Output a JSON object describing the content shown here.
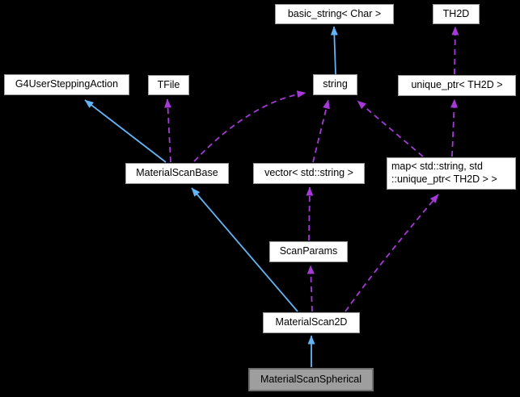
{
  "diagram": {
    "kind": "collaboration-graph",
    "selected_node": "MaterialScanSpherical",
    "nodes": {
      "basic_string": {
        "label": "basic_string< Char >"
      },
      "th2d": {
        "label": "TH2D"
      },
      "g4_user_stepping_action": {
        "label": "G4UserSteppingAction"
      },
      "tfile": {
        "label": "TFile"
      },
      "string": {
        "label": "string"
      },
      "unique_ptr_th2d": {
        "label": "unique_ptr< TH2D >"
      },
      "material_scan_base": {
        "label": "MaterialScanBase"
      },
      "vector_std_string": {
        "label": "vector< std::string >"
      },
      "map_std_string_unique_ptr_th2d": {
        "label": "map< std::string, std\n::unique_ptr< TH2D > >"
      },
      "scan_params": {
        "label": "ScanParams"
      },
      "material_scan_2d": {
        "label": "MaterialScan2D"
      },
      "material_scan_spherical": {
        "label": "MaterialScanSpherical"
      }
    },
    "edges": [
      {
        "from": "string",
        "to": "basic_string< Char >",
        "type": "inheritance"
      },
      {
        "from": "MaterialScanBase",
        "to": "G4UserSteppingAction",
        "type": "inheritance"
      },
      {
        "from": "MaterialScan2D",
        "to": "MaterialScanBase",
        "type": "inheritance"
      },
      {
        "from": "MaterialScanSpherical",
        "to": "MaterialScan2D",
        "type": "inheritance"
      },
      {
        "from": "unique_ptr< TH2D >",
        "to": "TH2D",
        "type": "usage"
      },
      {
        "from": "MaterialScanBase",
        "to": "TFile",
        "type": "usage"
      },
      {
        "from": "MaterialScanBase",
        "to": "string",
        "type": "usage"
      },
      {
        "from": "vector< std::string >",
        "to": "string",
        "type": "usage"
      },
      {
        "from": "map< std::string, std::unique_ptr< TH2D > >",
        "to": "string",
        "type": "usage"
      },
      {
        "from": "map< std::string, std::unique_ptr< TH2D > >",
        "to": "unique_ptr< TH2D >",
        "type": "usage"
      },
      {
        "from": "ScanParams",
        "to": "vector< std::string >",
        "type": "usage"
      },
      {
        "from": "MaterialScan2D",
        "to": "ScanParams",
        "type": "usage"
      },
      {
        "from": "MaterialScan2D",
        "to": "map< std::string, std::unique_ptr< TH2D > >",
        "type": "usage"
      }
    ]
  },
  "colors": {
    "background": "#000000",
    "node_fill": "#ffffff",
    "node_border": "#9c9c9c",
    "node_text": "#000000",
    "selected_fill": "#9e9e9e",
    "selected_border": "#6e6e6e",
    "edge_inheritance": "#63b4f6",
    "edge_usage": "#a63ad9"
  }
}
